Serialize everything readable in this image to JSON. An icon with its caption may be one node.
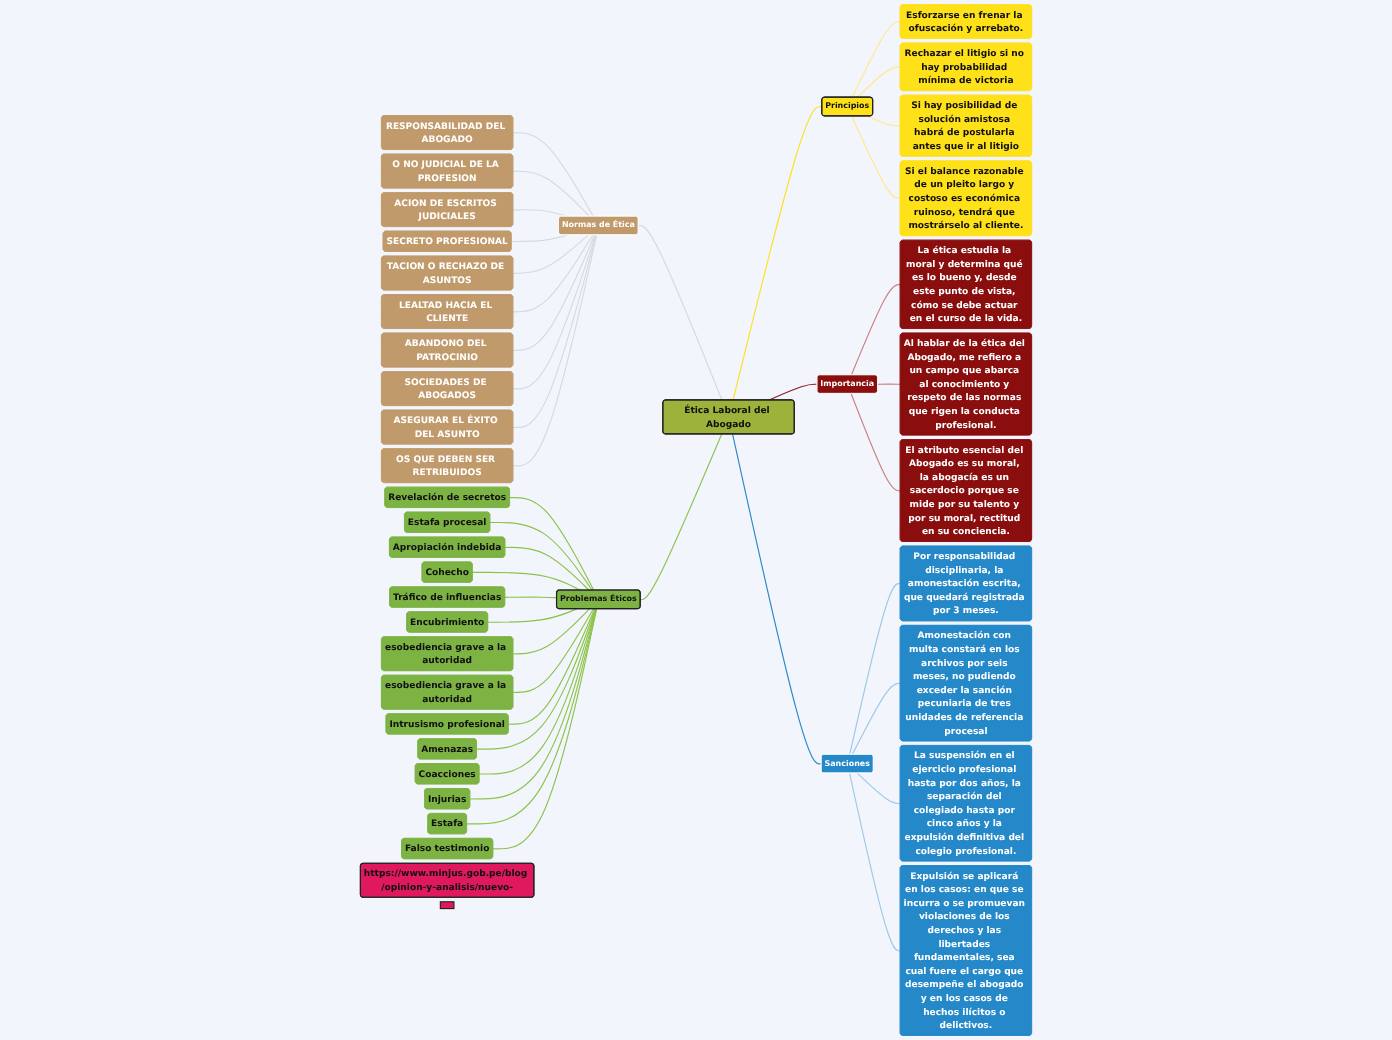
{
  "diagram": {
    "nodes": [
      {
        "text": [
          "Ética Laboral del Abogado"
        ]
      },
      {
        "text": [
          "Normas de Ética"
        ]
      },
      {
        "text": [
          "RESPONSABILIDAD DEL ABOGADO"
        ]
      },
      {
        "text": [
          "O NO JUDICIAL DE LA PROFESION"
        ]
      },
      {
        "text": [
          "ACION DE ESCRITOS JUDICIALES"
        ]
      },
      {
        "text": [
          "SECRETO PROFESIONAL"
        ]
      },
      {
        "text": [
          "TACION O RECHAZO DE ASUNTOS"
        ]
      },
      {
        "text": [
          "LEALTAD HACIA EL CLIENTE"
        ]
      },
      {
        "text": [
          "ABANDONO DEL PATROCINIO"
        ]
      },
      {
        "text": [
          "SOCIEDADES DE ABOGADOS"
        ]
      },
      {
        "text": [
          "ASEGURAR EL ÉXITO DEL ASUNTO"
        ]
      },
      {
        "text": [
          "OS QUE DEBEN SER RETRIBUIDOS"
        ]
      },
      {
        "text": [
          "Problemas Éticos"
        ]
      },
      {
        "text": [
          "Revelación de secretos"
        ]
      },
      {
        "text": [
          "Estafa procesal"
        ]
      },
      {
        "text": [
          "Apropiación indebida"
        ]
      },
      {
        "text": [
          "Cohecho"
        ]
      },
      {
        "text": [
          "Tráfico de influencias"
        ]
      },
      {
        "text": [
          "Encubrimiento"
        ]
      },
      {
        "text": [
          "esobediencia grave a la autoridad"
        ]
      },
      {
        "text": [
          "esobediencia grave a la autoridad"
        ]
      },
      {
        "text": [
          "Intrusismo profesional"
        ]
      },
      {
        "text": [
          "Amenazas"
        ]
      },
      {
        "text": [
          "Coacciones"
        ]
      },
      {
        "text": [
          "Injurias"
        ]
      },
      {
        "text": [
          "Estafa"
        ]
      },
      {
        "text": [
          "Falso testimonio"
        ]
      },
      {
        "text": [
          "Principios"
        ]
      },
      {
        "text": [
          "Esforzarse en frenar la ofuscación y arrebato."
        ]
      },
      {
        "text": [
          "Rechazar el litigio si no hay probabilidad mínima de victoria"
        ]
      },
      {
        "text": [
          "Si hay posibilidad de solución amistosa habrá de postularla antes que ir al litigio"
        ]
      },
      {
        "text": [
          "Si el balance razonable de un pleito largo y costoso es económica ruinoso, tendrá que mostrárselo al cliente."
        ]
      },
      {
        "text": [
          "Importancia"
        ]
      },
      {
        "text": [
          "La ética estudia la moral y determina qué es lo bueno y, desde este punto de vista, cómo se debe actuar en el curso de la vida."
        ]
      },
      {
        "text": [
          "Al hablar de la ética del Abogado, me refiero a un campo que abarca al conocimiento y respeto de las normas que rigen la conducta profesional."
        ]
      },
      {
        "text": [
          "El atributo esencial del Abogado es su moral, la abogacía es un sacerdocio porque se mide por su talento y por su moral, rectitud en su conciencia."
        ]
      },
      {
        "text": [
          "Sanciones"
        ]
      },
      {
        "text": [
          "Por responsabilidad disciplinaria, la amonestación escrita, que quedará registrada por 3 meses."
        ]
      },
      {
        "text": [
          "Amonestación con multa constará en los archivos por seis meses, no pudiendo exceder la sanción pecuniaria de tres unidades de referencia procesal"
        ]
      },
      {
        "text": [
          "La suspensión en el ejercicio profesional hasta por dos años, la separación del colegiado hasta por cinco años y la expulsión definitiva del colegio profesional."
        ]
      },
      {
        "text": [
          "Expulsión se aplicará en los casos: en que se incurra o se promuevan violaciones de los derechos y las libertades fundamentales, sea cual fuere el cargo que desempeñe el abogado y en los casos de hechos ilícitos o delictivos."
        ]
      },
      {
        "text": [
          "https://www.minjus.gob.pe/blog /opinion-y-analisis/nuevo-"
        ]
      },
      {
        "text": [],
        "shape": "box"
      }
    ],
    "edges": [
      {
        "from": 0,
        "to": 1,
        "arrow": "none",
        "color": "#d5d9e0"
      },
      {
        "from": 1,
        "to": 2,
        "arrow": "none",
        "color": "#d5d9e0"
      },
      {
        "from": 1,
        "to": 3,
        "arrow": "none",
        "color": "#d5d9e0"
      },
      {
        "from": 1,
        "to": 4,
        "arrow": "none",
        "color": "#d5d9e0"
      },
      {
        "from": 1,
        "to": 5,
        "arrow": "none",
        "color": "#d5d9e0"
      },
      {
        "from": 1,
        "to": 6,
        "arrow": "none",
        "color": "#d5d9e0"
      },
      {
        "from": 1,
        "to": 7,
        "arrow": "none",
        "color": "#d5d9e0"
      },
      {
        "from": 1,
        "to": 8,
        "arrow": "none",
        "color": "#d5d9e0"
      },
      {
        "from": 1,
        "to": 9,
        "arrow": "none",
        "color": "#d5d9e0"
      },
      {
        "from": 1,
        "to": 10,
        "arrow": "none",
        "color": "#d5d9e0"
      },
      {
        "from": 1,
        "to": 11,
        "arrow": "none",
        "color": "#d5d9e0"
      },
      {
        "from": 0,
        "to": 12,
        "arrow": "none"
      },
      {
        "from": 12,
        "to": 13,
        "arrow": "none"
      },
      {
        "from": 12,
        "to": 14,
        "arrow": "none"
      },
      {
        "from": 12,
        "to": 15,
        "arrow": "none"
      },
      {
        "from": 12,
        "to": 16,
        "arrow": "none"
      },
      {
        "from": 12,
        "to": 17,
        "arrow": "none"
      },
      {
        "from": 12,
        "to": 18,
        "arrow": "none"
      },
      {
        "from": 12,
        "to": 19,
        "arrow": "none"
      },
      {
        "from": 12,
        "to": 20,
        "arrow": "none"
      },
      {
        "from": 12,
        "to": 21,
        "arrow": "none"
      },
      {
        "from": 12,
        "to": 22,
        "arrow": "none"
      },
      {
        "from": 12,
        "to": 23,
        "arrow": "none"
      },
      {
        "from": 12,
        "to": 24,
        "arrow": "none"
      },
      {
        "from": 12,
        "to": 25,
        "arrow": "none"
      },
      {
        "from": 12,
        "to": 26,
        "arrow": "none"
      },
      {
        "from": 0,
        "to": 27,
        "arrow": "none",
        "color": "#ffe11a"
      },
      {
        "from": 27,
        "to": 28,
        "arrow": "none",
        "color": "#ffe98a"
      },
      {
        "from": 27,
        "to": 29,
        "arrow": "none",
        "color": "#ffe98a"
      },
      {
        "from": 27,
        "to": 30,
        "arrow": "none",
        "color": "#ffe98a"
      },
      {
        "from": 27,
        "to": 31,
        "arrow": "none",
        "color": "#ffe98a"
      },
      {
        "from": 0,
        "to": 32,
        "arrow": "none",
        "color": "#8b1a1a"
      },
      {
        "from": 32,
        "to": 33,
        "arrow": "none",
        "color": "#c98080"
      },
      {
        "from": 32,
        "to": 34,
        "arrow": "none",
        "color": "#c98080"
      },
      {
        "from": 32,
        "to": 35,
        "arrow": "none",
        "color": "#c98080"
      },
      {
        "from": 0,
        "to": 36,
        "arrow": "none",
        "color": "#2a86c8"
      },
      {
        "from": 36,
        "to": 37,
        "arrow": "none",
        "color": "#9cc9e8"
      },
      {
        "from": 36,
        "to": 38,
        "arrow": "none",
        "color": "#9cc9e8"
      },
      {
        "from": 36,
        "to": 39,
        "arrow": "none",
        "color": "#9cc9e8"
      },
      {
        "from": 36,
        "to": 40,
        "arrow": "none",
        "color": "#9cc9e8"
      }
    ]
  }
}
